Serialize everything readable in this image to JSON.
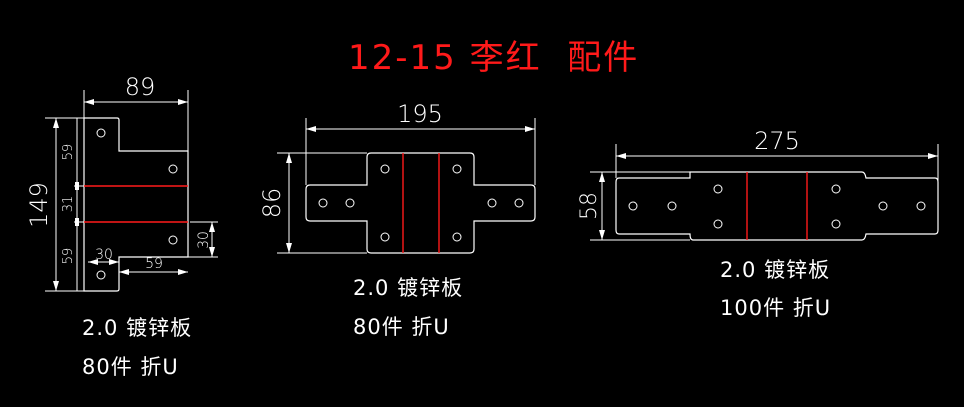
{
  "title": "12-15 李红  配件",
  "parts": [
    {
      "material": "2.0 镀锌板",
      "qty": "80件 折U",
      "dims": {
        "width": "89",
        "height": "149",
        "seg1": "59",
        "seg2": "31",
        "seg3": "59",
        "tab_h": "30",
        "tab_w": "30",
        "notch_w": "59"
      }
    },
    {
      "material": "2.0 镀锌板",
      "qty": "80件 折U",
      "dims": {
        "width": "195",
        "height": "86"
      }
    },
    {
      "material": "2.0 镀锌板",
      "qty": "100件 折U",
      "dims": {
        "width": "275",
        "height": "58"
      }
    }
  ],
  "colors": {
    "background": "#000000",
    "outline": "#ffffff",
    "bend_line": "#ff1a1a",
    "title": "#ff1a1a"
  }
}
